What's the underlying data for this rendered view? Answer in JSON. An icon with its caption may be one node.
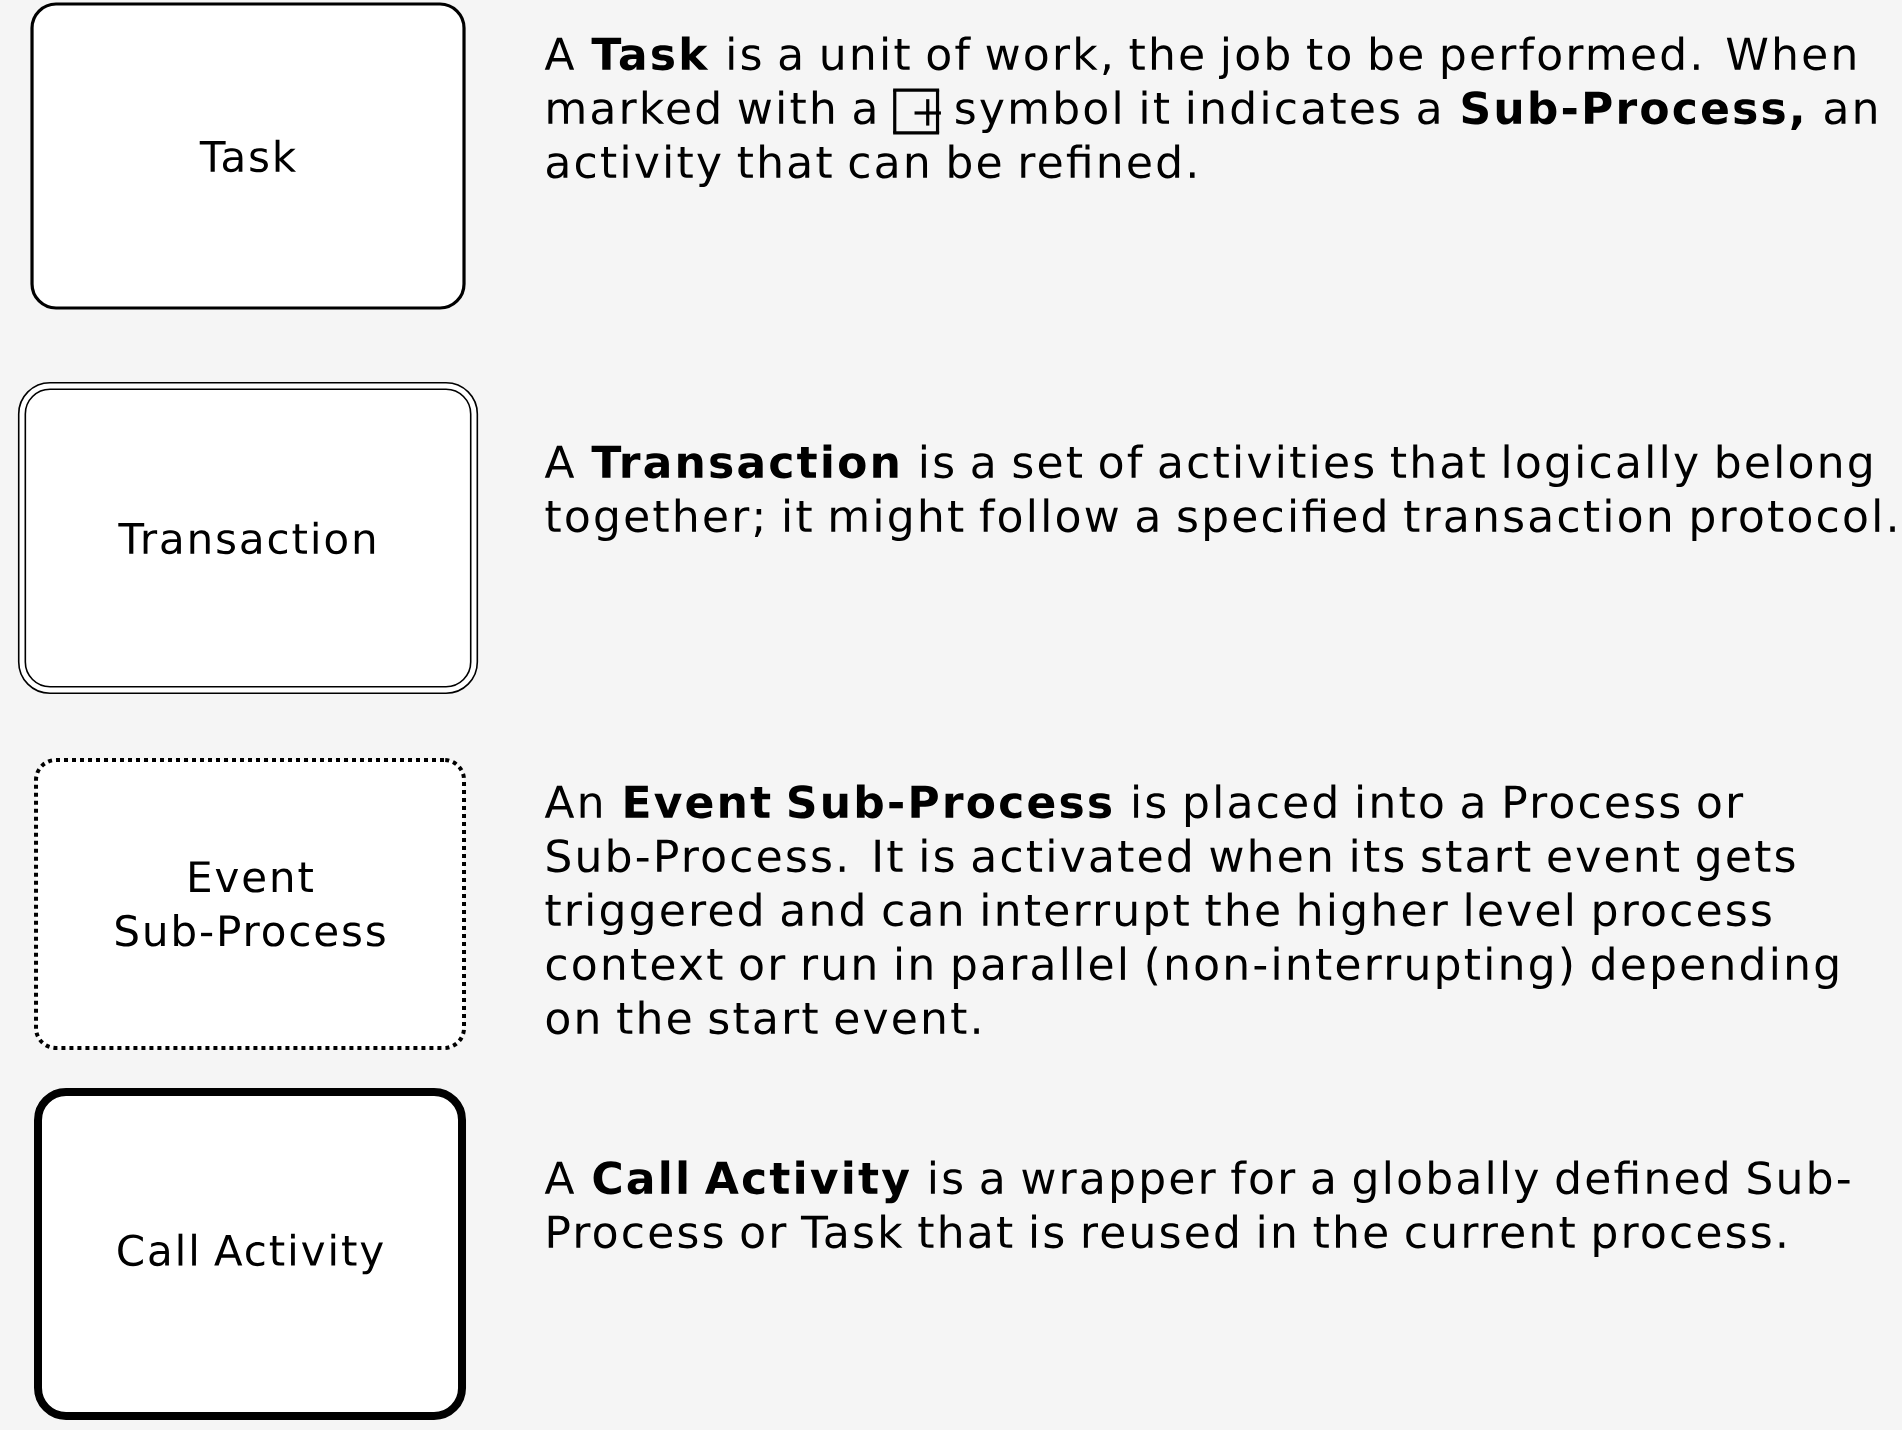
{
  "diagram": {
    "nodes": [
      {
        "text": [
          "Task"
        ],
        "beside": [
          "A **Task** is a unit of work, the job to be performed. When marked with a",
          "symbol it indicates a **Sub-Process,** an activity that can be refined."
        ]
      },
      {
        "text": [
          "Transaction"
        ],
        "beside": [
          "A **Transaction** is a set of activities that logically belong together; it might follow a specified transaction protocol."
        ]
      },
      {
        "text": [
          "Event Sub-Process"
        ],
        "beside": [
          "An **Event Sub-Process** is placed into a Process or Sub-Process. It is activated when its start event gets triggered and can interrupt the higher level process context or run in parallel (non-interrupting) depending on the start event."
        ]
      },
      {
        "text": [
          "Call Activity"
        ],
        "beside": [
          "A **Call Activity** is a wrapper for a globally defined Sub-Process or Task that is reused in the current process."
        ]
      }
    ]
  }
}
